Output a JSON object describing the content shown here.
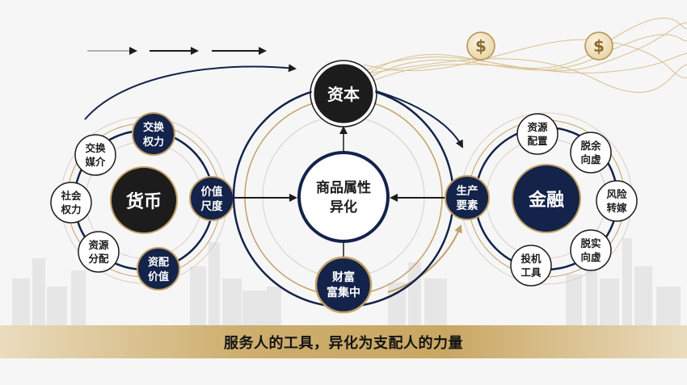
{
  "left_hub": {
    "center": "货币",
    "nodes": [
      [
        "交换",
        "权力"
      ],
      [
        "交换",
        "媒介"
      ],
      [
        "社会",
        "权力"
      ],
      [
        "资源",
        "分配"
      ],
      [
        "资配",
        "价值"
      ],
      [
        "价值",
        "尺度"
      ]
    ]
  },
  "middle_hub": {
    "center": [
      "商品属性",
      "异化"
    ],
    "top": "资本",
    "bottom": [
      "财富",
      "富集中"
    ]
  },
  "right_hub": {
    "center": "金融",
    "nodes": [
      [
        "生产",
        "要素"
      ],
      [
        "资源",
        "配置"
      ],
      [
        "脱余",
        "向虚"
      ],
      [
        "风险",
        "转嫁"
      ],
      [
        "脱实",
        "向虚"
      ],
      [
        "投机",
        "工具"
      ]
    ]
  },
  "coins": [
    "$",
    "$"
  ],
  "banner_text": "服务人的工具，异化为支配人的力量",
  "colors": {
    "navy": "#13234a",
    "gold": "#c2a066",
    "black": "#1c1c1c",
    "light_ring": "#d6d0c4"
  }
}
